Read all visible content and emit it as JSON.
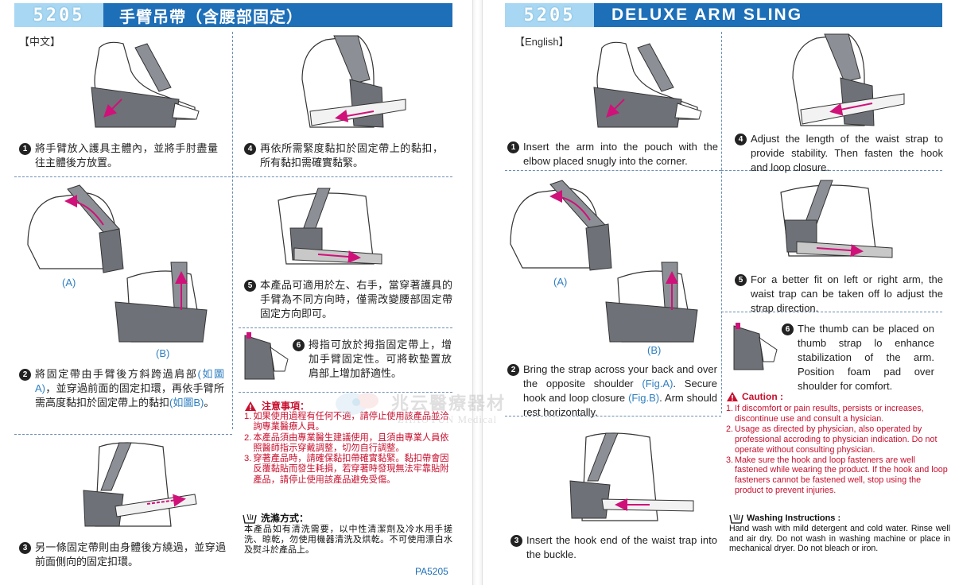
{
  "left": {
    "code": "5205",
    "title": "手臂吊帶（含腰部固定）",
    "lang": "【中文】",
    "steps": [
      {
        "num": "1",
        "text": "將手臂放入護具主體內，並將手肘盡量往主體後方放置。"
      },
      {
        "num": "4",
        "text": "再依所需緊度黏扣於固定帶上的黏扣，所有黏扣需確實黏緊。"
      },
      {
        "num": "2",
        "text_a": "將固定帶由手臂後方斜跨過肩部",
        "ref_a": "(如圖A)",
        "text_b": "，並穿過前面的固定扣環，再依手臂所需高度黏扣於固定帶上的黏扣",
        "ref_b": "(如圖B)",
        "text_c": "。"
      },
      {
        "num": "5",
        "text": "本產品可適用於左、右手，當穿著護具的手臂為不同方向時，僅需改變腰部固定帶固定方向即可。"
      },
      {
        "num": "6",
        "text": "拇指可放於拇指固定帶上，增加手臂固定性。可將軟墊置放肩部上增加舒適性。"
      },
      {
        "num": "3",
        "text": "另一條固定帶則由身體後方繞過，並穿過前面側向的固定扣環。"
      }
    ],
    "fig_a": "(A)",
    "fig_b": "(B)",
    "caution_title": "注意事項：",
    "caution": [
      {
        "n": "1.",
        "t": "如果使用過程有任何不適，請停止使用該產品並洽詢專業醫療人員。"
      },
      {
        "n": "2.",
        "t": "本產品須由專業醫生建議使用，且須由專業人員依照醫師指示穿戴調整，切勿自行調整。"
      },
      {
        "n": "3.",
        "t": "穿著產品時，請確保黏扣帶確實黏緊。黏扣帶會因反覆黏貼而發生耗損，若穿著時發現無法牢靠貼附產品，請停止使用該產品避免受傷。"
      }
    ],
    "wash_title": "洗滌方式：",
    "wash_text": "本產品如有清洗需要，以中性清潔劑及冷水用手搓洗、晾乾，勿使用機器清洗及烘乾。不可使用漂白水及熨斗於產品上。",
    "pa_code": "PA5205"
  },
  "right": {
    "code": "5205",
    "title": "DELUXE ARM SLING",
    "lang": "【English】",
    "steps": [
      {
        "num": "1",
        "text": "Insert the arm into the pouch with the elbow placed snugly into the corner."
      },
      {
        "num": "4",
        "text": "Adjust the length of the waist strap to provide stability. Then fasten the hook and loop closure."
      },
      {
        "num": "5",
        "text": "For a better fit on left or right arm, the waist trap can be taken off lo adjust the strap direction."
      },
      {
        "num": "6",
        "text": "The thumb can be placed on thumb strap lo enhance stabilization of the arm. Position foam pad over shoulder for comfort."
      },
      {
        "num": "2",
        "text_a": "Bring the strap across your back and over the opposite shoulder ",
        "ref_a": "(Fig.A)",
        "text_b": ". Secure hook and loop closure ",
        "ref_b": "(Fig.B)",
        "text_c": ". Arm should rest horizontally."
      },
      {
        "num": "3",
        "text": "Insert the hook end of the waist trap into the buckle."
      }
    ],
    "fig_a": "(A)",
    "fig_b": "(B)",
    "caution_title": "Caution :",
    "caution": [
      {
        "n": "1.",
        "t": "If discomfort or pain results, persists or increases, discontinue use and consult a hysician."
      },
      {
        "n": "2.",
        "t": "Usage as directed by physician, also operated by professional accroding to physician indication. Do not operate without consulting physician."
      },
      {
        "n": "3.",
        "t": "Make sure the hook and loop fasteners are well fastened while wearing the product. If the hook and loop fasteners cannot be fastened well, stop using the product to prevent injuries."
      }
    ],
    "wash_title": "Washing Instructions :",
    "wash_text": "Hand wash with mild detergent and cold water. Rinse well and air dry. Do not wash in washing machine or place in mechanical dryer. Do not bleach or iron."
  },
  "watermark": {
    "cn": "兆云醫療器材",
    "en": "ZHAOYUN Medical"
  },
  "colors": {
    "header_blue": "#1d6fb8",
    "code_blue": "#a7d7f2",
    "caution_red": "#c8102e",
    "ref_blue": "#2f7fc1",
    "sling_gray": "#6e7177"
  }
}
